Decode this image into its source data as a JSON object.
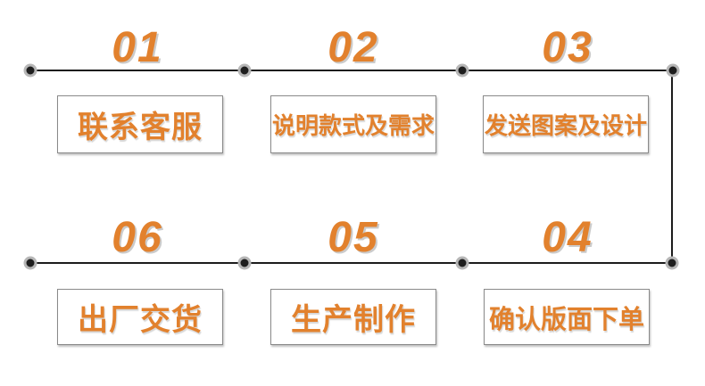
{
  "slide": {
    "background": "#ffffff",
    "accent_color": "#e2812d",
    "line_color": "#1c1c1c",
    "box_border_color": "#8a8a8a",
    "dot_core_color": "#1f1f1f",
    "dot_ring_color": "#b7b7b7",
    "process": {
      "top_row": [
        {
          "number": "01",
          "label": "联系客服"
        },
        {
          "number": "02",
          "label": "说明款式及需求"
        },
        {
          "number": "03",
          "label": "发送图案及设计"
        }
      ],
      "bottom_row": [
        {
          "number": "06",
          "label": "出厂交货"
        },
        {
          "number": "05",
          "label": "生产制作"
        },
        {
          "number": "04",
          "label": "确认版面下单"
        }
      ]
    }
  }
}
